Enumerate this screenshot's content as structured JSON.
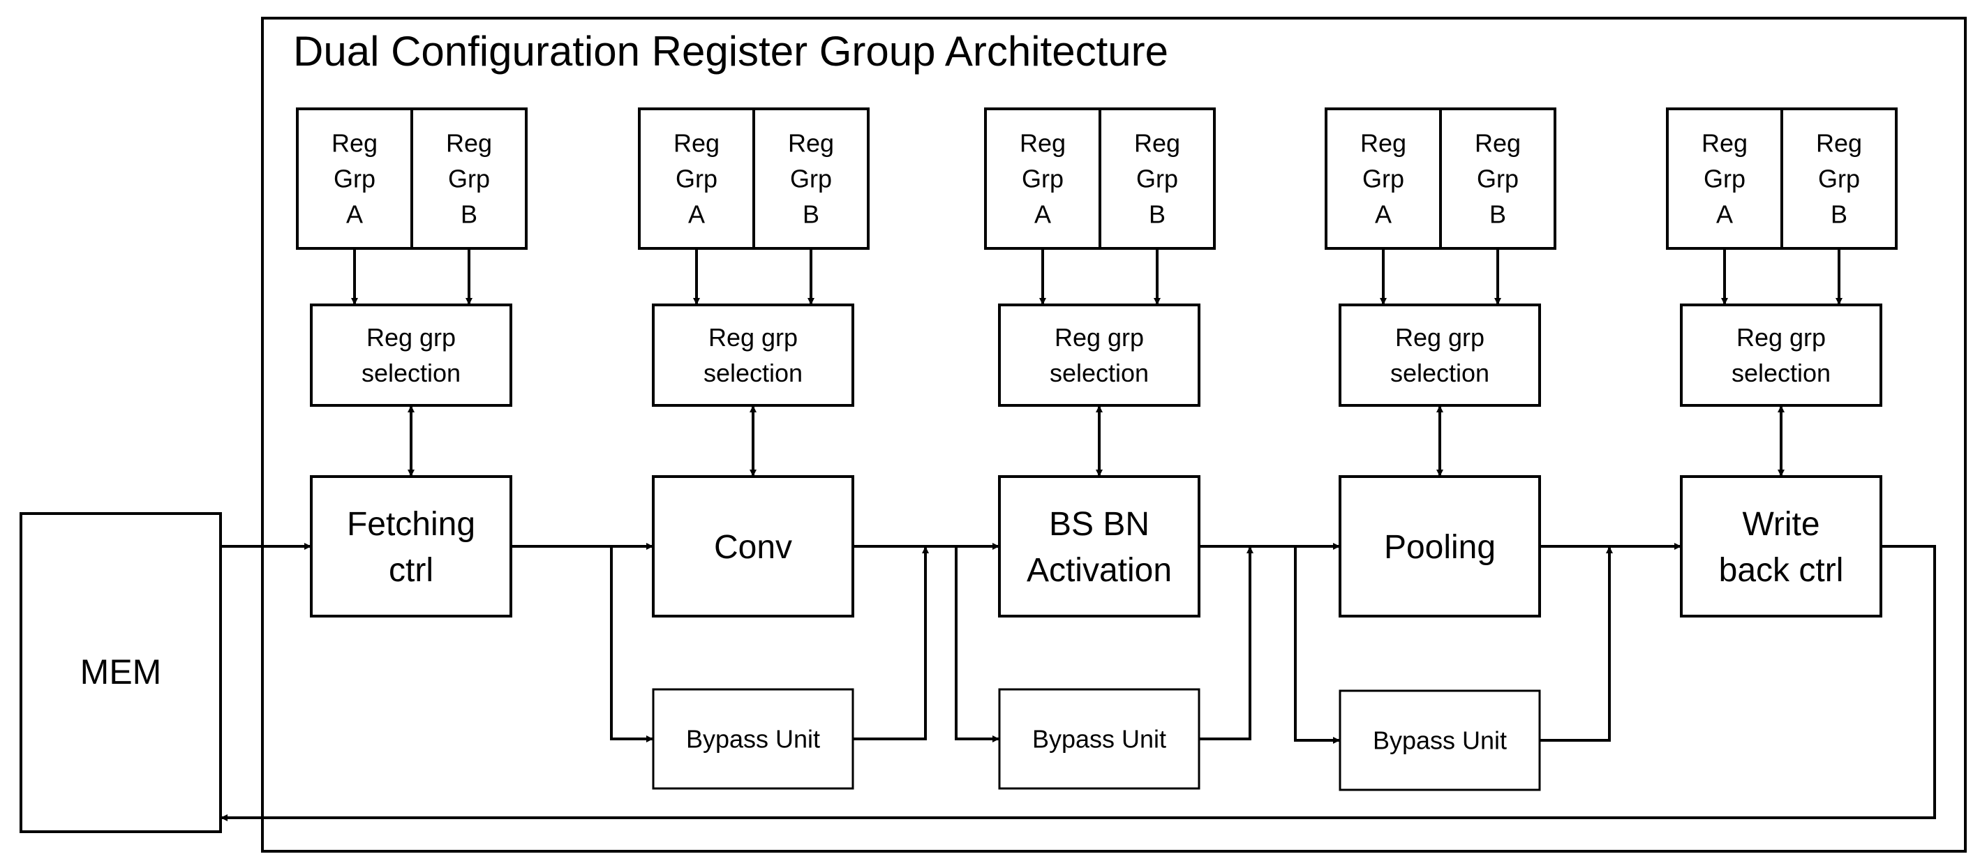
{
  "title": "Dual Configuration Register Group Architecture",
  "memory": {
    "label": "MEM"
  },
  "reg_group_a": [
    "Reg",
    "Grp",
    "A"
  ],
  "reg_group_b": [
    "Reg",
    "Grp",
    "B"
  ],
  "selector": [
    "Reg grp",
    "selection"
  ],
  "stages": [
    {
      "lines": [
        "Fetching",
        "ctrl"
      ]
    },
    {
      "lines": [
        "Conv"
      ]
    },
    {
      "lines": [
        "BS BN",
        "Activation"
      ]
    },
    {
      "lines": [
        "Pooling"
      ]
    },
    {
      "lines": [
        "Write",
        "back ctrl"
      ]
    }
  ],
  "bypass_units": [
    "Bypass Unit",
    "Bypass Unit",
    "Bypass Unit"
  ],
  "colors": {
    "stroke": "#000000",
    "background": "#ffffff"
  }
}
